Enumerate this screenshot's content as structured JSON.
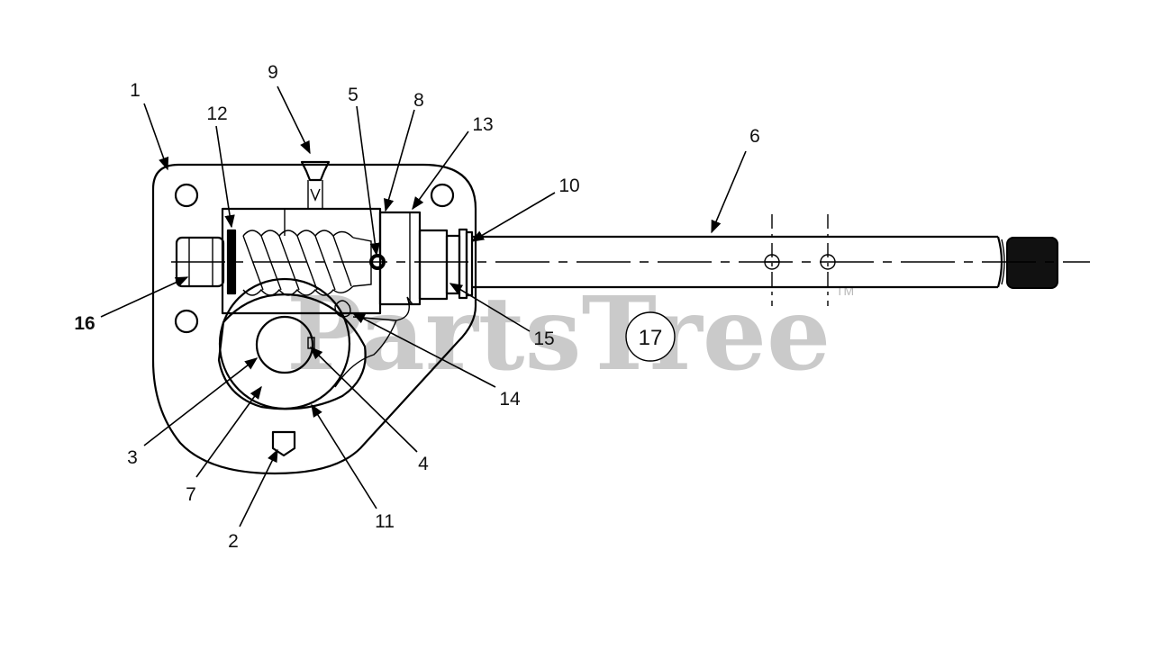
{
  "watermark": {
    "brand": "PartsTree",
    "trademark": "TM"
  },
  "callouts": {
    "c1": "1",
    "c2": "2",
    "c3": "3",
    "c4": "4",
    "c5": "5",
    "c6": "6",
    "c7": "7",
    "c8": "8",
    "c9": "9",
    "c10": "10",
    "c11": "11",
    "c12": "12",
    "c13": "13",
    "c14": "14",
    "c15": "15",
    "c16": "16",
    "c17": "17"
  },
  "colors": {
    "ink": "#000000",
    "watermark": "#b9b9b9",
    "background": "#ffffff"
  }
}
